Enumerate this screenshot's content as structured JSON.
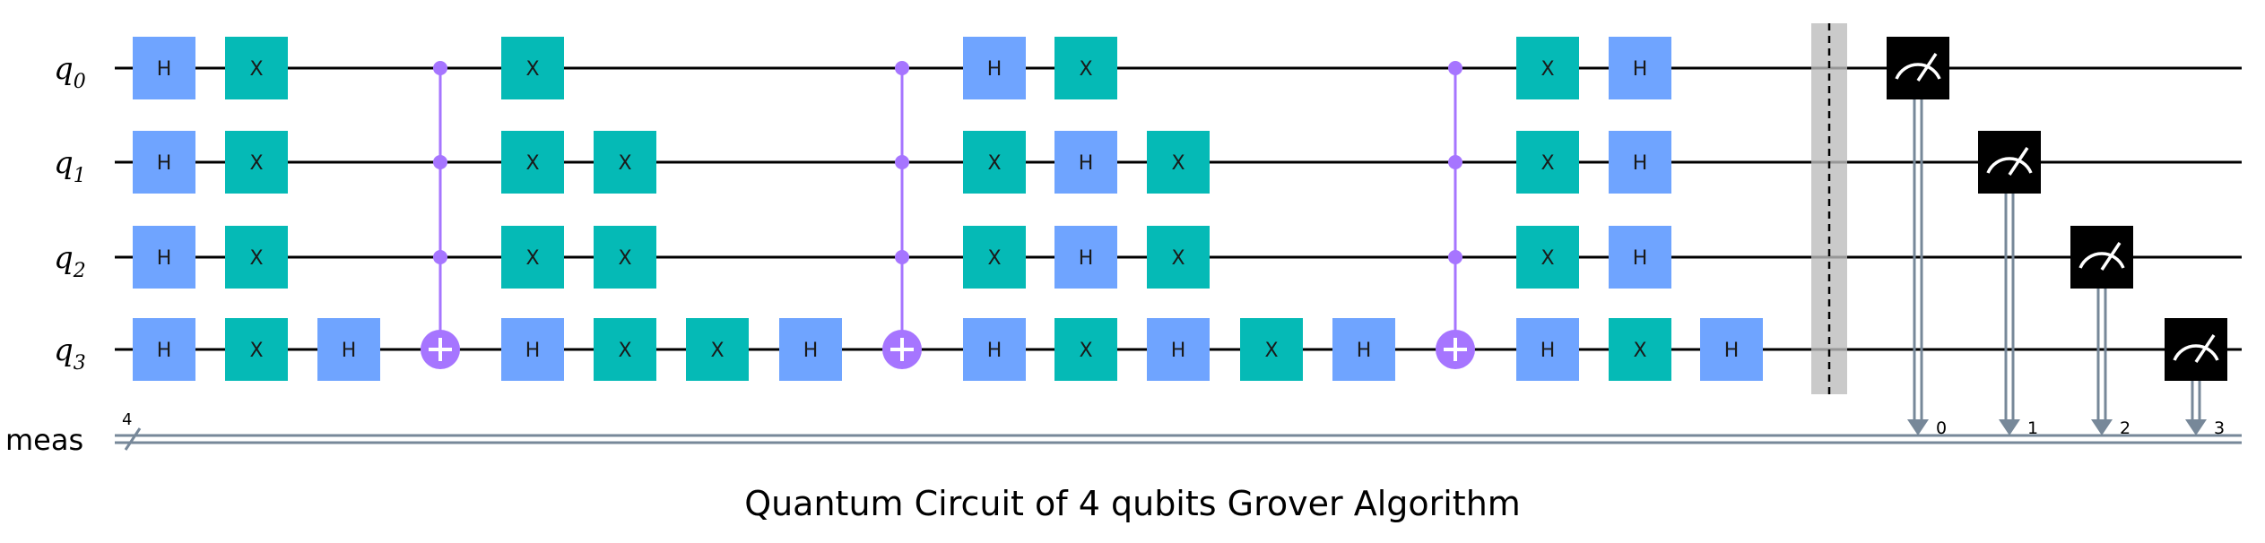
{
  "caption": "Quantum Circuit of 4 qubits Grover Algorithm",
  "qubits": [
    {
      "name": "q",
      "index": "0"
    },
    {
      "name": "q",
      "index": "1"
    },
    {
      "name": "q",
      "index": "2"
    },
    {
      "name": "q",
      "index": "3"
    }
  ],
  "classical_register": {
    "name": "meas",
    "size": "4",
    "bits": [
      "0",
      "1",
      "2",
      "3"
    ]
  },
  "colors": {
    "h_gate": "#6FA4FF",
    "x_gate": "#05BAB6",
    "control": "#A675FF",
    "barrier": "#BDBDBD",
    "measure_box": "#000000",
    "classical_wire": "#778899"
  },
  "columns": [
    [
      {
        "q": 0,
        "g": "H"
      },
      {
        "q": 1,
        "g": "H"
      },
      {
        "q": 2,
        "g": "H"
      },
      {
        "q": 3,
        "g": "H"
      }
    ],
    [
      {
        "q": 0,
        "g": "X"
      },
      {
        "q": 1,
        "g": "X"
      },
      {
        "q": 2,
        "g": "X"
      },
      {
        "q": 3,
        "g": "X"
      }
    ],
    [
      {
        "q": 3,
        "g": "H"
      }
    ],
    [
      {
        "type": "mcx",
        "controls": [
          0,
          1,
          2
        ],
        "target": 3
      }
    ],
    [
      {
        "q": 0,
        "g": "X"
      },
      {
        "q": 1,
        "g": "X"
      },
      {
        "q": 2,
        "g": "X"
      },
      {
        "q": 3,
        "g": "H"
      }
    ],
    [
      {
        "q": 1,
        "g": "X"
      },
      {
        "q": 2,
        "g": "X"
      },
      {
        "q": 3,
        "g": "X"
      }
    ],
    [
      {
        "q": 3,
        "g": "X"
      }
    ],
    [
      {
        "q": 3,
        "g": "H"
      }
    ],
    [
      {
        "type": "mcx",
        "controls": [
          0,
          1,
          2
        ],
        "target": 3
      }
    ],
    [
      {
        "q": 0,
        "g": "H"
      },
      {
        "q": 1,
        "g": "X"
      },
      {
        "q": 2,
        "g": "X"
      },
      {
        "q": 3,
        "g": "H"
      }
    ],
    [
      {
        "q": 0,
        "g": "X"
      },
      {
        "q": 1,
        "g": "H"
      },
      {
        "q": 2,
        "g": "H"
      },
      {
        "q": 3,
        "g": "X"
      }
    ],
    [
      {
        "q": 1,
        "g": "X"
      },
      {
        "q": 2,
        "g": "X"
      },
      {
        "q": 3,
        "g": "H"
      }
    ],
    [
      {
        "q": 3,
        "g": "X"
      }
    ],
    [
      {
        "q": 3,
        "g": "H"
      }
    ],
    [
      {
        "type": "mcx",
        "controls": [
          0,
          1,
          2
        ],
        "target": 3
      }
    ],
    [
      {
        "q": 0,
        "g": "X"
      },
      {
        "q": 1,
        "g": "X"
      },
      {
        "q": 2,
        "g": "X"
      },
      {
        "q": 3,
        "g": "H"
      }
    ],
    [
      {
        "q": 0,
        "g": "H"
      },
      {
        "q": 1,
        "g": "H"
      },
      {
        "q": 2,
        "g": "H"
      },
      {
        "q": 3,
        "g": "X"
      }
    ],
    [
      {
        "q": 3,
        "g": "H"
      }
    ]
  ],
  "measurements": [
    {
      "qubit": 0,
      "clbit": 0
    },
    {
      "qubit": 1,
      "clbit": 1
    },
    {
      "qubit": 2,
      "clbit": 2
    },
    {
      "qubit": 3,
      "clbit": 3
    }
  ]
}
